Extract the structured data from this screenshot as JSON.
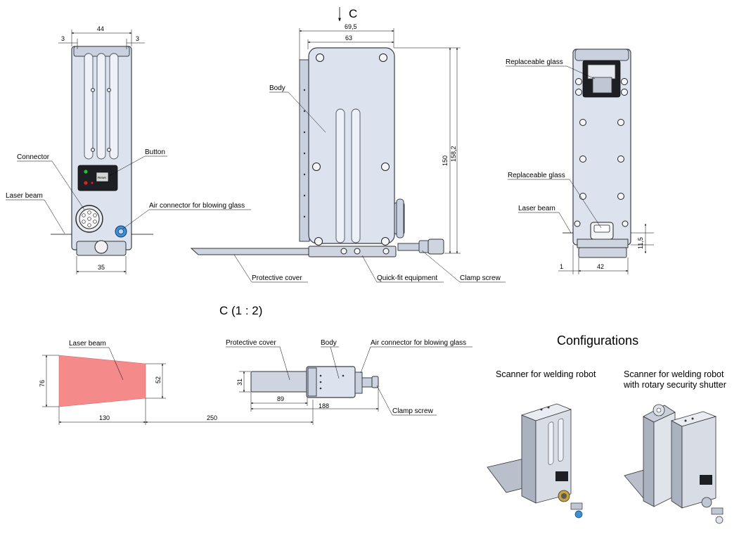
{
  "labels": {
    "view_arrow": "C",
    "connector": "Connector",
    "button": "Button",
    "laser_beam": "Laser beam",
    "air_connector": "Air connector for blowing glass",
    "body": "Body",
    "protective_cover": "Protective cover",
    "quick_fit": "Quick-fit equipment",
    "clamp_screw": "Clamp screw",
    "replaceable_glass": "Replaceable glass",
    "detail_view": "C (1 : 2)",
    "reset_key": "Reset"
  },
  "dimensions": {
    "front_width": "44",
    "front_left_margin": "3",
    "front_right_margin": "3",
    "front_bottom_width": "35",
    "side_total_width": "69,5",
    "side_body_width": "63",
    "side_height_150": "150",
    "side_height_158": "158,2",
    "back_bottom_width": "42",
    "back_offset": "1",
    "back_height_small": "11,5",
    "beam_top": "76",
    "beam_bottom": "52",
    "beam_length": "130",
    "beam_distance": "250",
    "detail_height": "31",
    "detail_cover_length": "89",
    "detail_total_length": "188"
  },
  "configurations": {
    "title": "Configurations",
    "items": [
      {
        "line1": "Scanner for welding robot",
        "line2": ""
      },
      {
        "line1": "Scanner for welding robot",
        "line2": "with rotary security shutter"
      }
    ]
  },
  "colors": {
    "body": "#dde3ee",
    "body_dark": "#c9d1de",
    "laser_beam": "#f58a8a",
    "air_connector": "#3d8fd6",
    "led_green": "#22c22e",
    "led_red": "#e0201c"
  }
}
